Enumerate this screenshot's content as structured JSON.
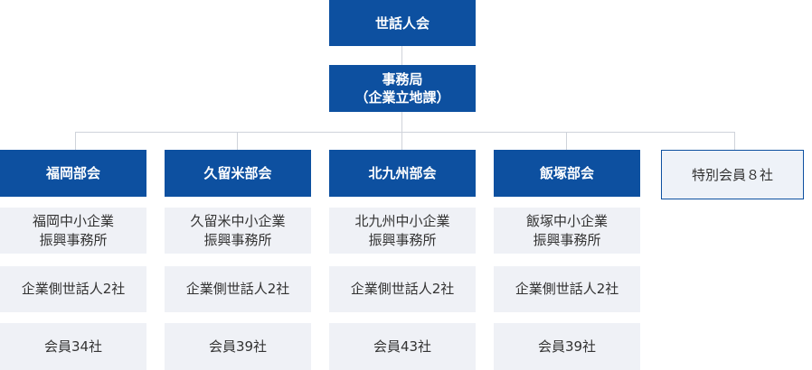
{
  "top": {
    "label": "世話人会"
  },
  "secretariat": {
    "line1": "事務局",
    "line2": "（企業立地課）"
  },
  "branches": [
    {
      "name": "福岡部会",
      "office_line1": "福岡中小企業",
      "office_line2": "振興事務所",
      "companies": "企業側世話人2社",
      "members": "会員34社"
    },
    {
      "name": "久留米部会",
      "office_line1": "久留米中小企業",
      "office_line2": "振興事務所",
      "companies": "企業側世話人2社",
      "members": "会員39社"
    },
    {
      "name": "北九州部会",
      "office_line1": "北九州中小企業",
      "office_line2": "振興事務所",
      "companies": "企業側世話人2社",
      "members": "会員43社"
    },
    {
      "name": "飯塚部会",
      "office_line1": "飯塚中小企業",
      "office_line2": "振興事務所",
      "companies": "企業側世話人2社",
      "members": "会員39社"
    }
  ],
  "special": {
    "label": "特別会員８社"
  },
  "colors": {
    "header_blue": "#0d50a0",
    "cell_gray": "#eff1f6",
    "connector": "#cfd3da"
  }
}
